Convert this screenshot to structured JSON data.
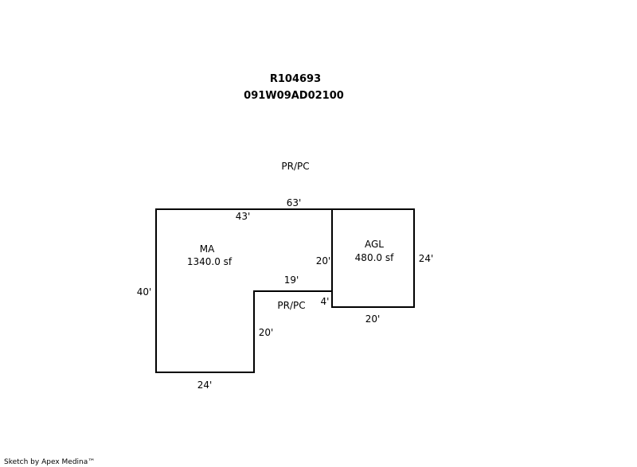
{
  "header": {
    "parcel_id": "R104693",
    "map_number": "091W09AD02100"
  },
  "top_label": "PR/PC",
  "areas": {
    "main": {
      "name": "MA",
      "area": "1340.0 sf"
    },
    "garage": {
      "name": "AGL",
      "area": "480.0 sf"
    },
    "porch_label": "PR/PC"
  },
  "dimensions": {
    "overall_top": "63'",
    "main_top": "43'",
    "main_left": "40'",
    "main_bottom": "24'",
    "main_notch_vertical": "20'",
    "main_notch_horizontal": "19'",
    "garage_left": "20'",
    "garage_right": "24'",
    "garage_bottom": "20'",
    "garage_offset": "4'"
  },
  "footer": {
    "credit": "Sketch by Apex Medina™"
  }
}
